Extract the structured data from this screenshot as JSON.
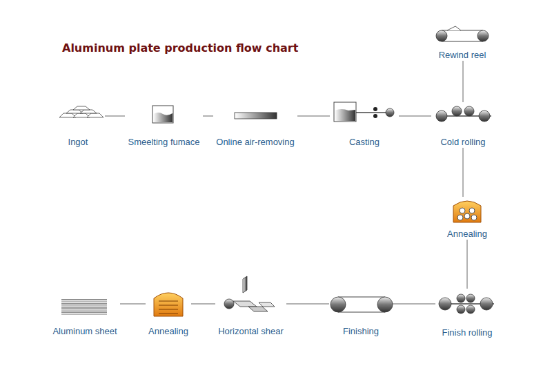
{
  "diagram": {
    "title": "Aluminum plate production flow chart",
    "nodes": [
      {
        "text": [
          "Ingot"
        ]
      },
      {
        "text": [
          "Smeelting fumace"
        ]
      },
      {
        "text": [
          "Online air-removing"
        ]
      },
      {
        "text": [
          "Casting"
        ]
      },
      {
        "text": [
          "Cold rolling"
        ]
      },
      {
        "text": [
          "Rewind reel"
        ]
      },
      {
        "text": [
          "Annealing"
        ]
      },
      {
        "text": [
          "Finish rolling"
        ]
      },
      {
        "text": [
          "Finishing"
        ]
      },
      {
        "text": [
          "Horizontal shear"
        ]
      },
      {
        "text": [
          "Annealing"
        ]
      },
      {
        "text": [
          "Aluminum sheet"
        ]
      }
    ],
    "edges": [
      {
        "from": 0,
        "to": 1,
        "arrow": "none"
      },
      {
        "from": 1,
        "to": 2,
        "arrow": "none"
      },
      {
        "from": 2,
        "to": 3,
        "arrow": "none"
      },
      {
        "from": 3,
        "to": 4,
        "arrow": "none"
      },
      {
        "from": 4,
        "to": 5,
        "arrow": "none"
      },
      {
        "from": 4,
        "to": 6,
        "arrow": "none"
      },
      {
        "from": 6,
        "to": 7,
        "arrow": "none"
      },
      {
        "from": 7,
        "to": 8,
        "arrow": "none"
      },
      {
        "from": 8,
        "to": 9,
        "arrow": "none"
      },
      {
        "from": 9,
        "to": 10,
        "arrow": "none"
      },
      {
        "from": 10,
        "to": 11,
        "arrow": "none"
      }
    ]
  }
}
